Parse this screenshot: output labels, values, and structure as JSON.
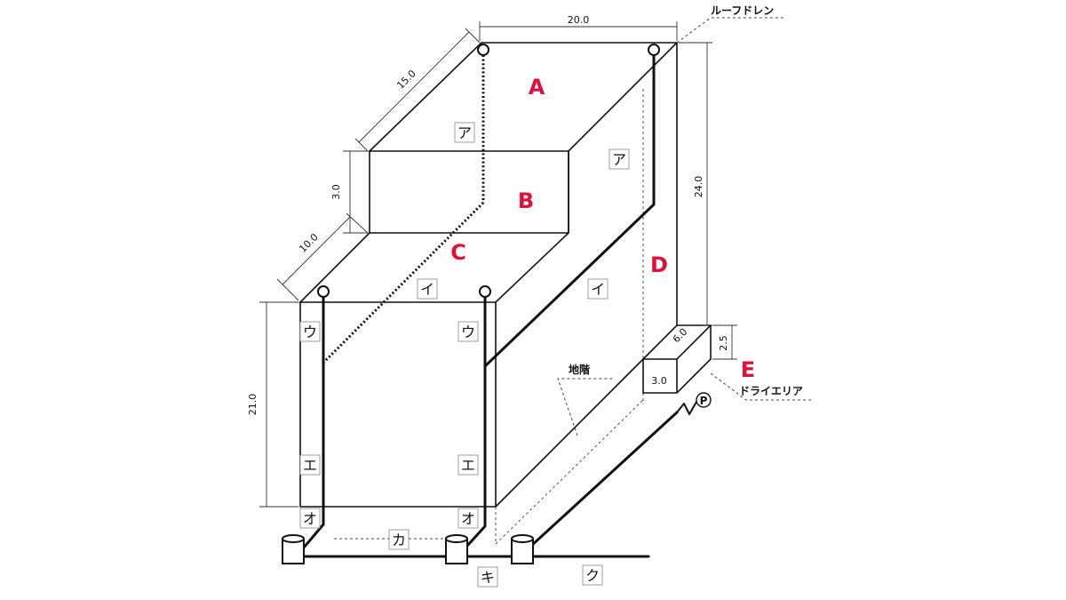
{
  "dimensions": {
    "top_width": "20.0",
    "top_depth": "15.0",
    "step_height": "3.0",
    "step_depth": "10.0",
    "total_height": "24.0",
    "lower_height": "21.0",
    "dry_area_depth": "6.0",
    "dry_area_width": "3.0",
    "dry_area_height": "2.5"
  },
  "surfaces": {
    "A": "A",
    "B": "B",
    "C": "C",
    "D": "D",
    "E": "E"
  },
  "callouts": {
    "roof_drain": "ルーフドレン",
    "basement": "地階",
    "dry_area": "ドライエリア"
  },
  "pipe_labels": {
    "a1": "ア",
    "a2": "ア",
    "i1": "イ",
    "i2": "イ",
    "u1": "ウ",
    "u2": "ウ",
    "e1": "エ",
    "e2": "エ",
    "o1": "オ",
    "o2": "オ",
    "ka": "カ",
    "ki": "キ",
    "ku": "ク"
  },
  "pump_symbol": "P"
}
